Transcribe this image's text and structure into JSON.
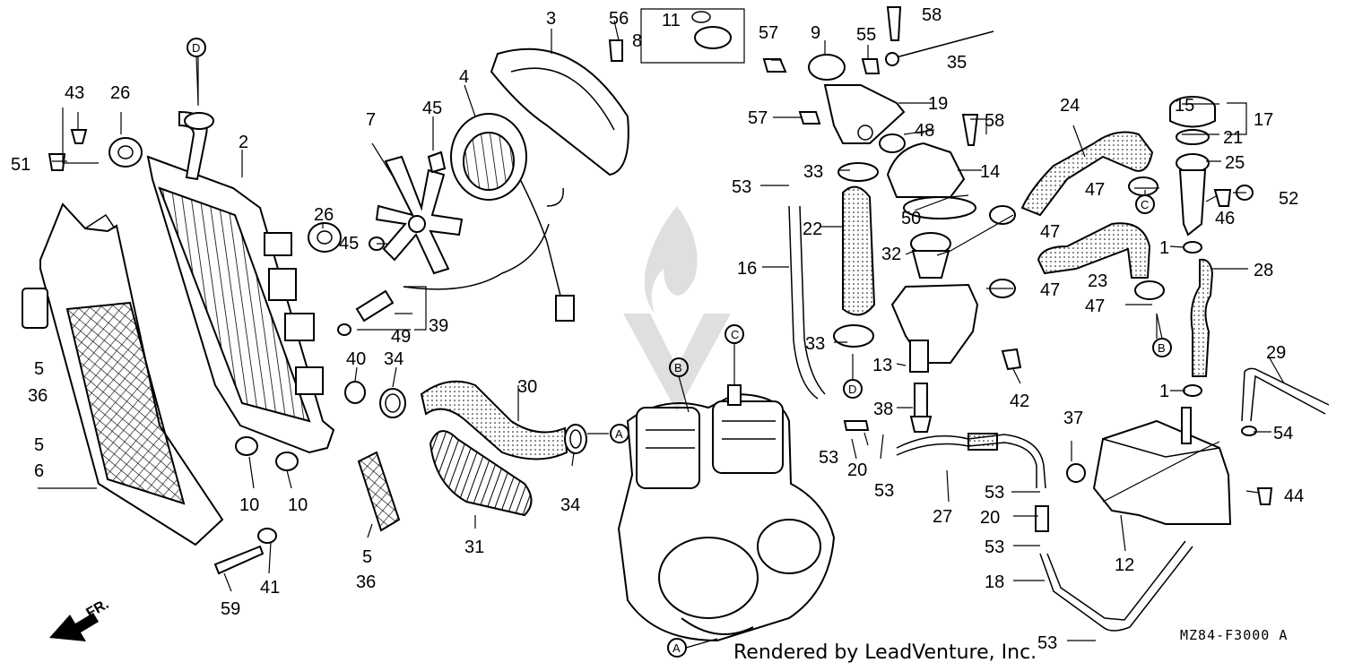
{
  "diagram_code": "MZ84-F3000 A",
  "credit": "Rendered by LeadVenture, Inc.",
  "direction_label": "FR.",
  "ref_markers": [
    "A",
    "B",
    "C",
    "D"
  ],
  "callouts": [
    "1",
    "2",
    "3",
    "4",
    "5",
    "6",
    "8",
    "9",
    "10",
    "11",
    "12",
    "13",
    "14",
    "15",
    "16",
    "17",
    "18",
    "19",
    "20",
    "21",
    "22",
    "23",
    "24",
    "25",
    "26",
    "27",
    "28",
    "29",
    "30",
    "31",
    "32",
    "33",
    "34",
    "35",
    "36",
    "37",
    "38",
    "39",
    "40",
    "41",
    "42",
    "43",
    "44",
    "45",
    "46",
    "47",
    "48",
    "49",
    "50",
    "51",
    "52",
    "53",
    "54",
    "55",
    "56",
    "57",
    "58",
    "59",
    "7"
  ]
}
